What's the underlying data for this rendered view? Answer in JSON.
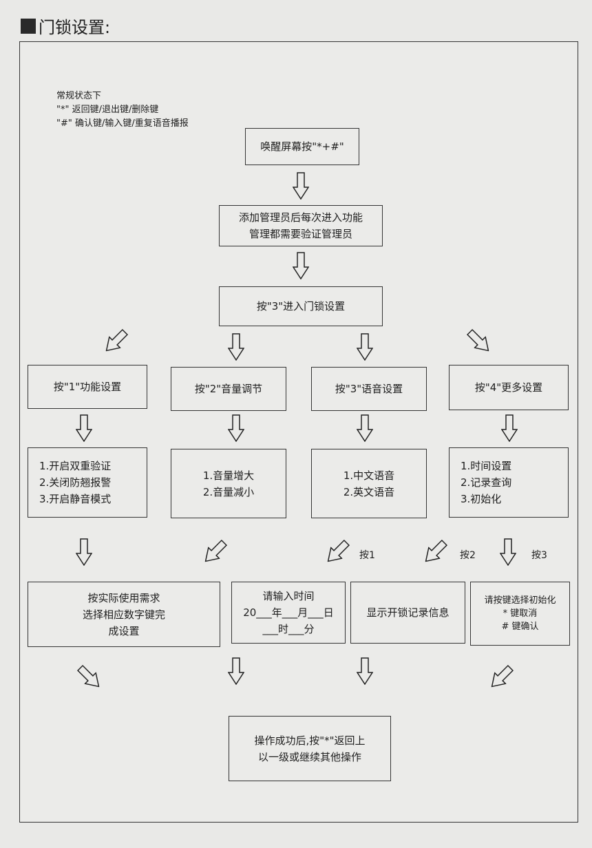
{
  "title": "门锁设置:",
  "notes": [
    "常规状态下",
    "\"*\" 返回键/退出键/删除键",
    "\"#\" 确认键/输入键/重复语音播报"
  ],
  "wake": [
    "唤醒屏幕按\"*+#\""
  ],
  "admin": [
    "添加管理员后每次进入功能",
    "管理都需要验证管理员"
  ],
  "enter": [
    "按\"3\"进入门锁设置"
  ],
  "menu": [
    [
      "按\"1\"功能设置"
    ],
    [
      "按\"2\"音量调节"
    ],
    [
      "按\"3\"语音设置"
    ],
    [
      "按\"4\"更多设置"
    ]
  ],
  "options": [
    [
      "1.开启双重验证",
      "2.关闭防翘报警",
      "3.开启静音模式"
    ],
    [
      "1.音量增大",
      "2.音量减小"
    ],
    [
      "1.中文语音",
      "2.英文语音"
    ],
    [
      "1.时间设置",
      "2.记录查询",
      "3.初始化"
    ]
  ],
  "key_labels": [
    "按1",
    "按2",
    "按3"
  ],
  "results": [
    [
      "按实际使用需求",
      "选择相应数字键完",
      "成设置"
    ],
    [
      "请输入时间",
      "20___年___月___日",
      "___时___分"
    ],
    [
      "显示开锁记录信息"
    ],
    [
      "请按键选择初始化",
      "* 键取消",
      "# 键确认"
    ]
  ],
  "final": [
    "操作成功后,按\"*\"返回上",
    "以一级或继续其他操作"
  ]
}
